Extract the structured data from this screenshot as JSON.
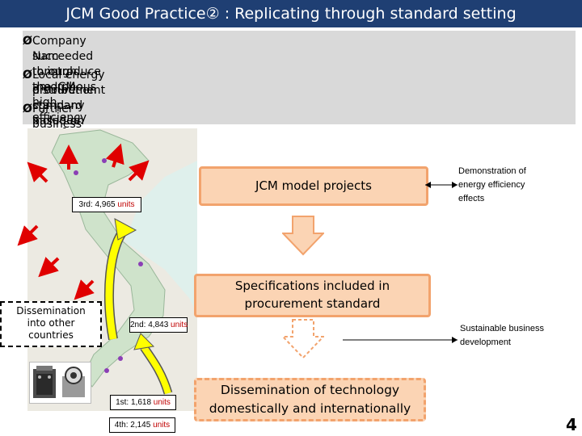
{
  "title": "JCM Good Practice② : Replicating through standard setting",
  "bullets": [
    {
      "mark": "Ø",
      "lines": [
        "Company succeeded to introduce amorphous high efficiency transformers all over Viet",
        "Nam through the JCM"
      ]
    },
    {
      "mark": "Ø",
      "lines": [
        "Local energy distribution company included specifications for hiring the technology in its",
        "procurement standard based on understanding on its effectiveness"
      ]
    },
    {
      "mark": "Ø",
      "lines": [
        "Further business development is happening in other countries (e.g. Lao PDR)"
      ]
    }
  ],
  "flow": {
    "step1": "JCM model projects",
    "step2_line1": "Specifications included in",
    "step2_line2": "procurement standard",
    "step3_line1": "Dissemination of technology",
    "step3_line2": "domestically and internationally"
  },
  "notes": {
    "demonstration": [
      "Demonstration of",
      "energy efficiency",
      "effects"
    ],
    "sustainable": [
      "Sustainable business",
      "development"
    ]
  },
  "map_labels": {
    "third": {
      "text": "3rd: 4,965 ",
      "unit": "units"
    },
    "second": {
      "text": "2nd: 4,843 ",
      "unit": "units"
    },
    "first": {
      "text": "1st: 1,618 ",
      "unit": "units"
    },
    "fourth": {
      "text": "4th: 2,145 ",
      "unit": "units"
    }
  },
  "dissemination_box": [
    "Dissemination",
    "into other",
    "countries"
  ],
  "page_number": "4",
  "colors": {
    "title_bg": "#1f3f73",
    "box_fill": "#fbd4b4",
    "box_border": "#f2a36d",
    "arrow_red": "#e00000",
    "arrow_yellow": "#ffff00",
    "unit_text": "#c00000"
  },
  "icons": [
    "transformer-product-image",
    "coil-product-image",
    "down-arrow-icon",
    "red-arrow-icon",
    "yellow-curved-arrow-icon"
  ]
}
